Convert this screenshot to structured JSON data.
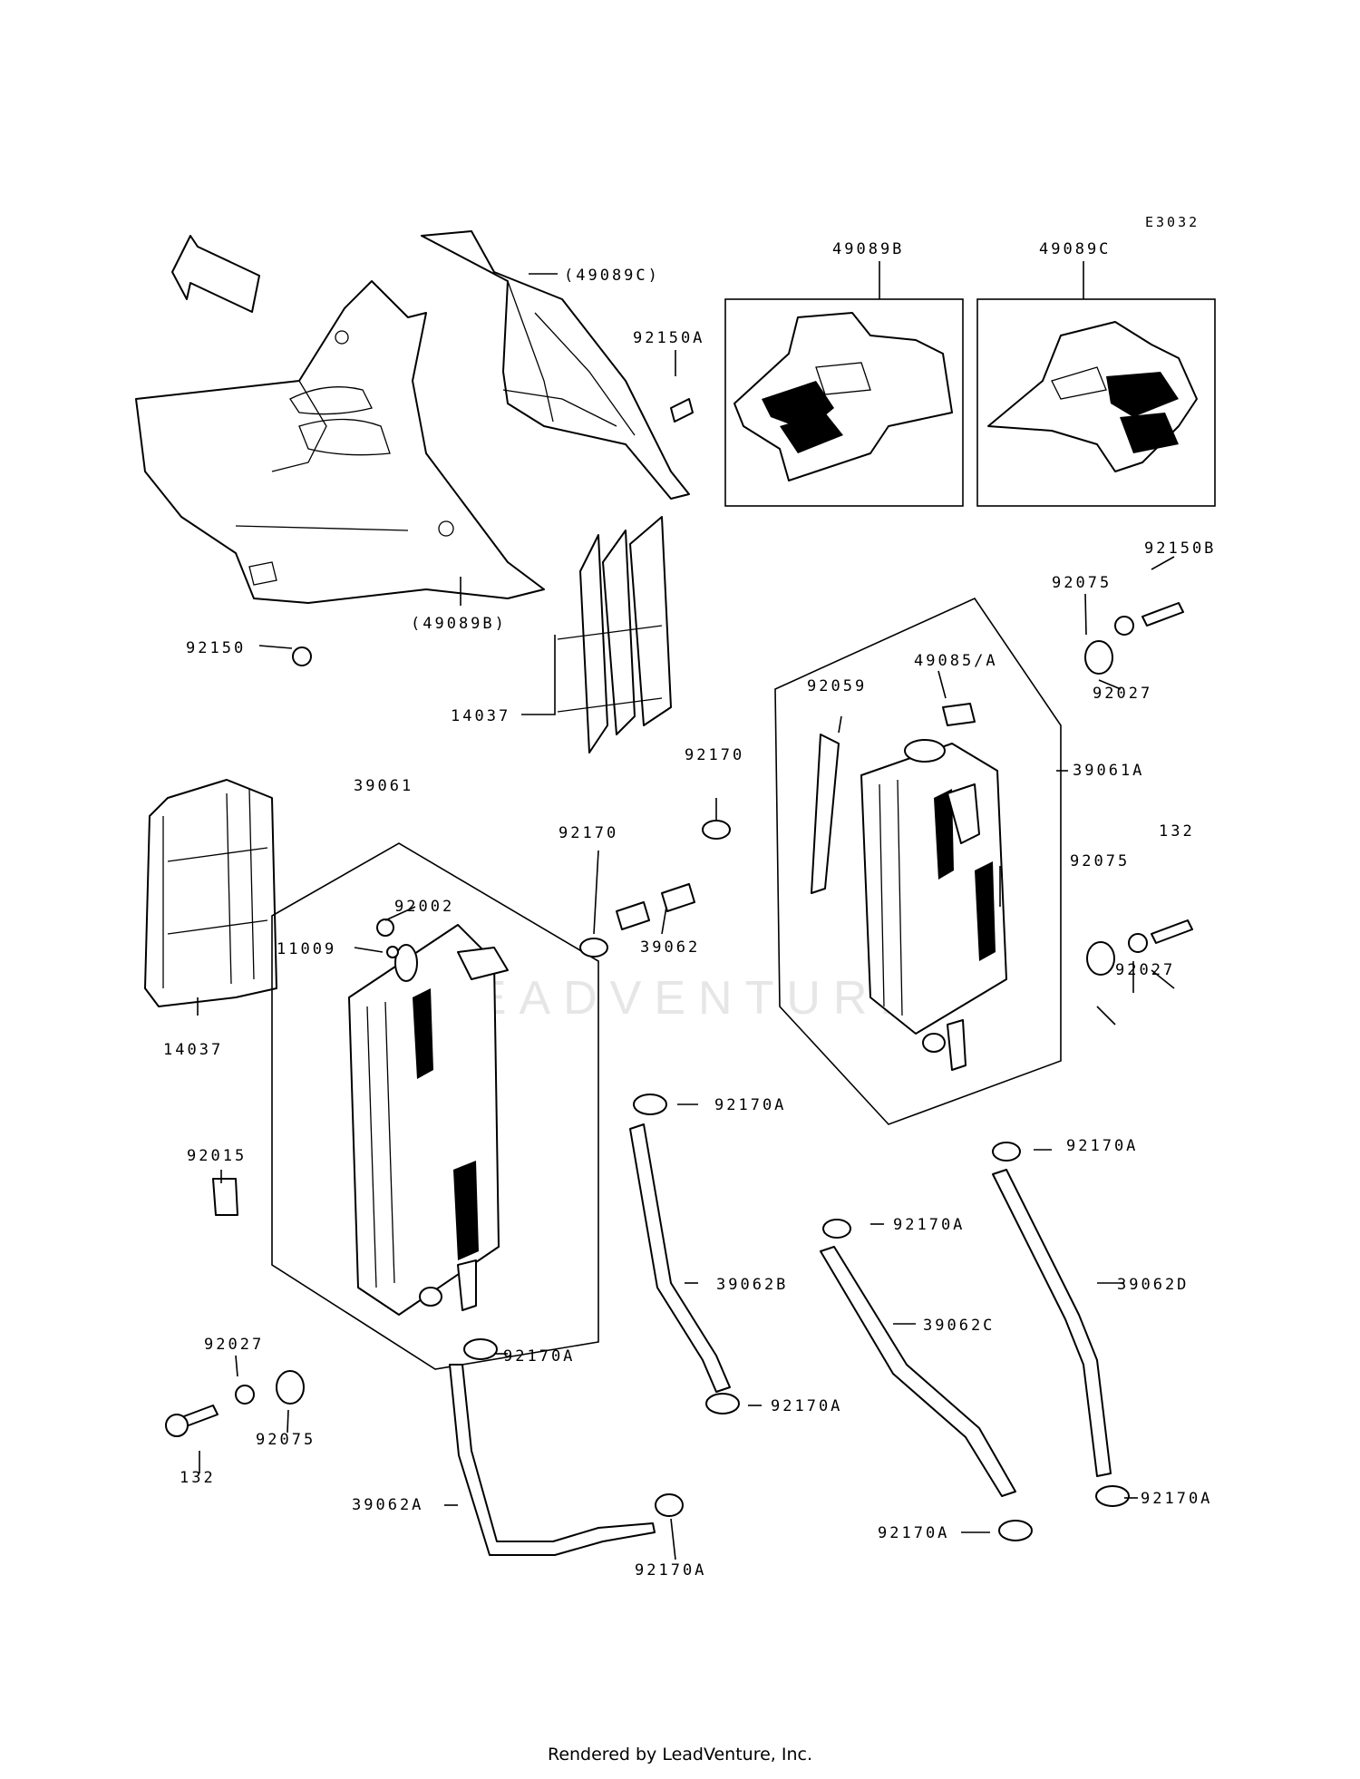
{
  "diagram_code": "E3032",
  "front_label": "FRONT",
  "labels": [
    {
      "id": "l01",
      "text": "(49089C)"
    },
    {
      "id": "l02",
      "text": "92150A"
    },
    {
      "id": "l03",
      "text": "49089B"
    },
    {
      "id": "l04",
      "text": "49089C"
    },
    {
      "id": "l05",
      "text": "(49089B)"
    },
    {
      "id": "l06",
      "text": "92150"
    },
    {
      "id": "l07",
      "text": "14037"
    },
    {
      "id": "l08",
      "text": "92150B"
    },
    {
      "id": "l09",
      "text": "92075"
    },
    {
      "id": "l10",
      "text": "49085/A"
    },
    {
      "id": "l11",
      "text": "92059"
    },
    {
      "id": "l12",
      "text": "92027"
    },
    {
      "id": "l13",
      "text": "39061A"
    },
    {
      "id": "l14",
      "text": "92170"
    },
    {
      "id": "l15",
      "text": "39061"
    },
    {
      "id": "l16",
      "text": "92170"
    },
    {
      "id": "l17",
      "text": "92002"
    },
    {
      "id": "l18",
      "text": "11009"
    },
    {
      "id": "l19",
      "text": "39062"
    },
    {
      "id": "l20",
      "text": "132"
    },
    {
      "id": "l21",
      "text": "92075"
    },
    {
      "id": "l22",
      "text": "92027"
    },
    {
      "id": "l23",
      "text": "14037"
    },
    {
      "id": "l24",
      "text": "92170A"
    },
    {
      "id": "l25",
      "text": "92015"
    },
    {
      "id": "l26",
      "text": "92170A"
    },
    {
      "id": "l27",
      "text": "92170A"
    },
    {
      "id": "l28",
      "text": "39062B"
    },
    {
      "id": "l29",
      "text": "39062C"
    },
    {
      "id": "l30",
      "text": "39062D"
    },
    {
      "id": "l31",
      "text": "92027"
    },
    {
      "id": "l32",
      "text": "92170A"
    },
    {
      "id": "l33",
      "text": "92075"
    },
    {
      "id": "l34",
      "text": "92170A"
    },
    {
      "id": "l35",
      "text": "132"
    },
    {
      "id": "l36",
      "text": "39062A"
    },
    {
      "id": "l37",
      "text": "92170A"
    },
    {
      "id": "l38",
      "text": "92170A"
    },
    {
      "id": "l39",
      "text": "92170A"
    }
  ],
  "watermark": "LEADVENTURE",
  "footer": "Rendered by LeadVenture, Inc."
}
